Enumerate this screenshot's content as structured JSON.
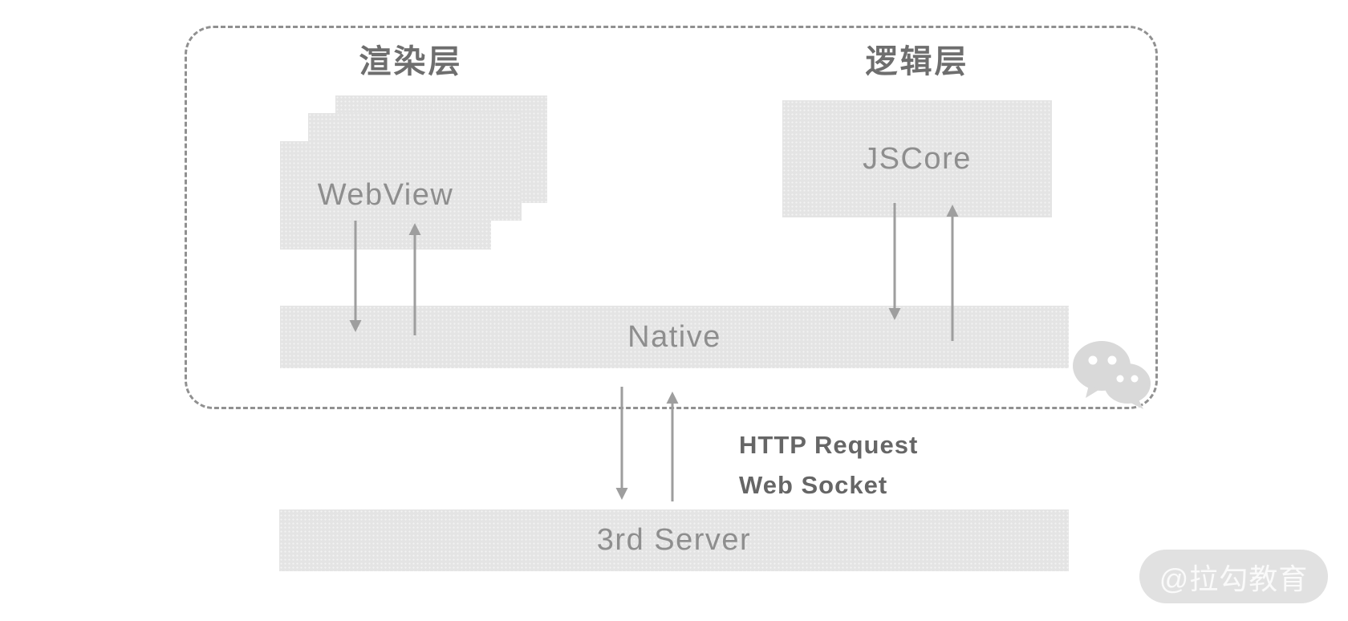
{
  "diagram": {
    "render_layer": {
      "title": "渲染层",
      "box_label": "WebView"
    },
    "logic_layer": {
      "title": "逻辑层",
      "box_label": "JSCore"
    },
    "native_bar": {
      "label": "Native"
    },
    "server_bar": {
      "label": "3rd Server"
    },
    "protocols": {
      "line1": "HTTP Request",
      "line2": "Web Socket"
    },
    "watermark": {
      "label": "@拉勾教育"
    },
    "colors": {
      "box_fill": "#e4e4e4",
      "box_text": "#8e8e8e",
      "title_text": "#6e6e6e",
      "arrow": "#9e9e9e",
      "border": "#909090",
      "label_text": "#666666",
      "watermark_bg": "#e1e1e1",
      "watermark_text": "#fafafa",
      "wechat_icon": "#d9d9d9"
    }
  }
}
